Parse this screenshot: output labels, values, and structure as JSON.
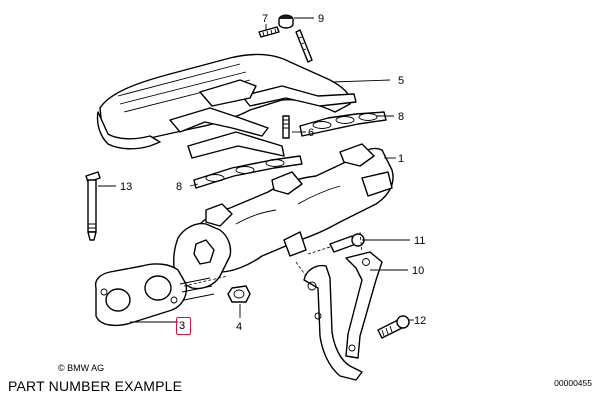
{
  "diagram": {
    "callouts": [
      "7",
      "9",
      "5",
      "8",
      "6",
      "1",
      "13",
      "8",
      "11",
      "10",
      "12",
      "4",
      "3"
    ],
    "highlighted": "3",
    "highlight_color": "#e0103a",
    "line_color": "#000000"
  },
  "footer": {
    "copyright": "© BMW AG",
    "caption": "PART NUMBER EXAMPLE",
    "ref_code": "00000455"
  }
}
